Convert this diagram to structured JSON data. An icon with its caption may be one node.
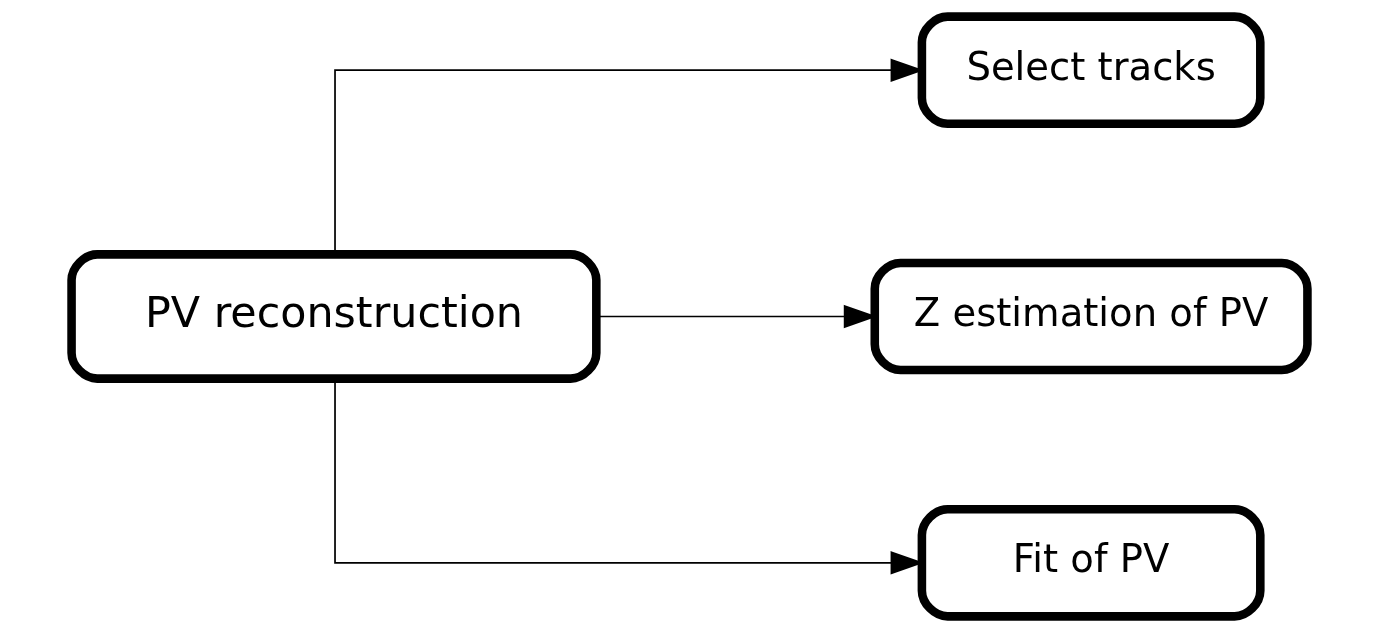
{
  "diagram": {
    "nodes": [
      {
        "text": [
          "PV reconstruction"
        ]
      },
      {
        "text": [
          "Select tracks"
        ]
      },
      {
        "text": [
          "Z estimation of PV"
        ]
      },
      {
        "text": [
          "Fit of PV"
        ]
      }
    ],
    "edges": [
      {
        "from": 0,
        "to": 1,
        "arrow": "to"
      },
      {
        "from": 0,
        "to": 2,
        "arrow": "to"
      },
      {
        "from": 0,
        "to": 3,
        "arrow": "to"
      }
    ]
  }
}
